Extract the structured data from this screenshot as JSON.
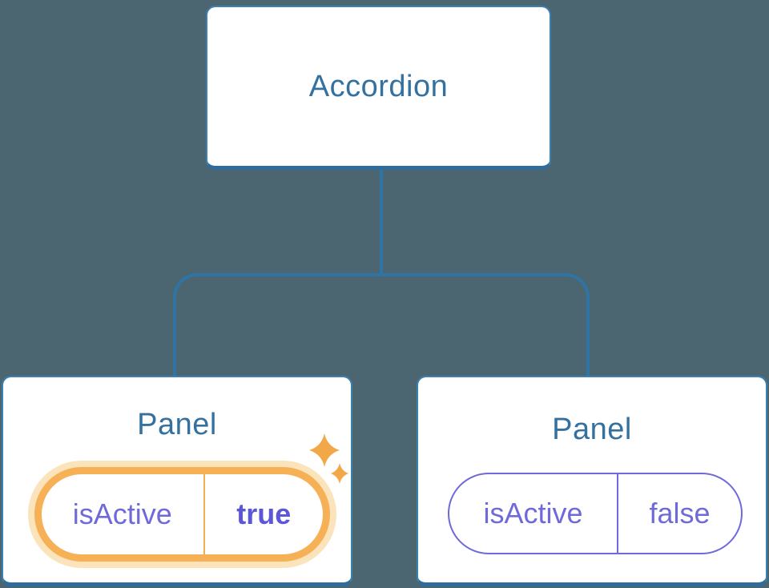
{
  "diagram": {
    "description": "React component tree: Accordion parent owning two Panel children with isActive state",
    "background_color": "#4C6671",
    "root": {
      "label": "Accordion"
    },
    "panels": [
      {
        "title": "Panel",
        "state_key": "isActive",
        "state_value": "true",
        "active": true,
        "highlight": "orange ring with sparkles"
      },
      {
        "title": "Panel",
        "state_key": "isActive",
        "state_value": "false",
        "active": false
      }
    ],
    "colors": {
      "box_border": "#3B80AF",
      "box_border_bottom": "#2D6C9C",
      "box_fill": "#FFFFFF",
      "title_text": "#35719F",
      "connector": "#2E74A4",
      "state_text": "#6E6AD9",
      "state_value_active_text": "#5C57D8",
      "active_ring": "#F6B156",
      "active_ring_halo": "#FBE3BB",
      "sparkle": "#F2A848"
    }
  }
}
